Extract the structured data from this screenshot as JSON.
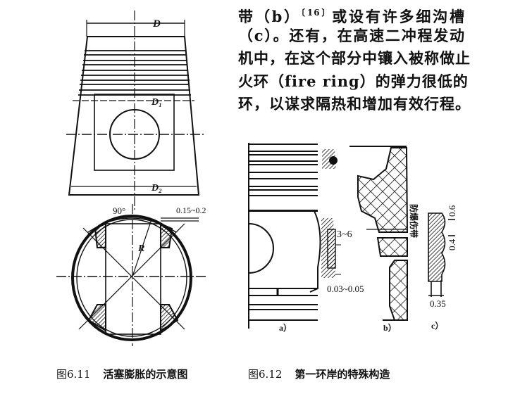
{
  "paragraph": {
    "line1_a": "带（b）",
    "line1_ref": "〔16〕",
    "line1_b": "或设有许多细沟槽",
    "line2": "（c）。还有，在高速二冲程发动",
    "line3": "机中，在这个部分中镶入被称做止",
    "line4": "火环（fire ring）的弹力很低的",
    "line5": "环，以谋求隔热和增加有效行程。"
  },
  "figure_6_11": {
    "number": "图6.11",
    "title": "活塞膨胀的示意图",
    "labels": {
      "D": "D",
      "D1": "D₁",
      "D2": "D₂",
      "angle": "90°",
      "radius": "R",
      "clearance": "0.15~0.2"
    }
  },
  "figure_6_12": {
    "number": "图6.12",
    "title": "第一环岸的特殊构造",
    "labels": {
      "gap": "3~6",
      "gap2": "0.03~0.05",
      "band": "防爆伤带",
      "depth": "0.6",
      "pitch": "0.4",
      "width": "0.35",
      "sub_a": "a）",
      "sub_b": "b）",
      "sub_c": "c）"
    }
  }
}
